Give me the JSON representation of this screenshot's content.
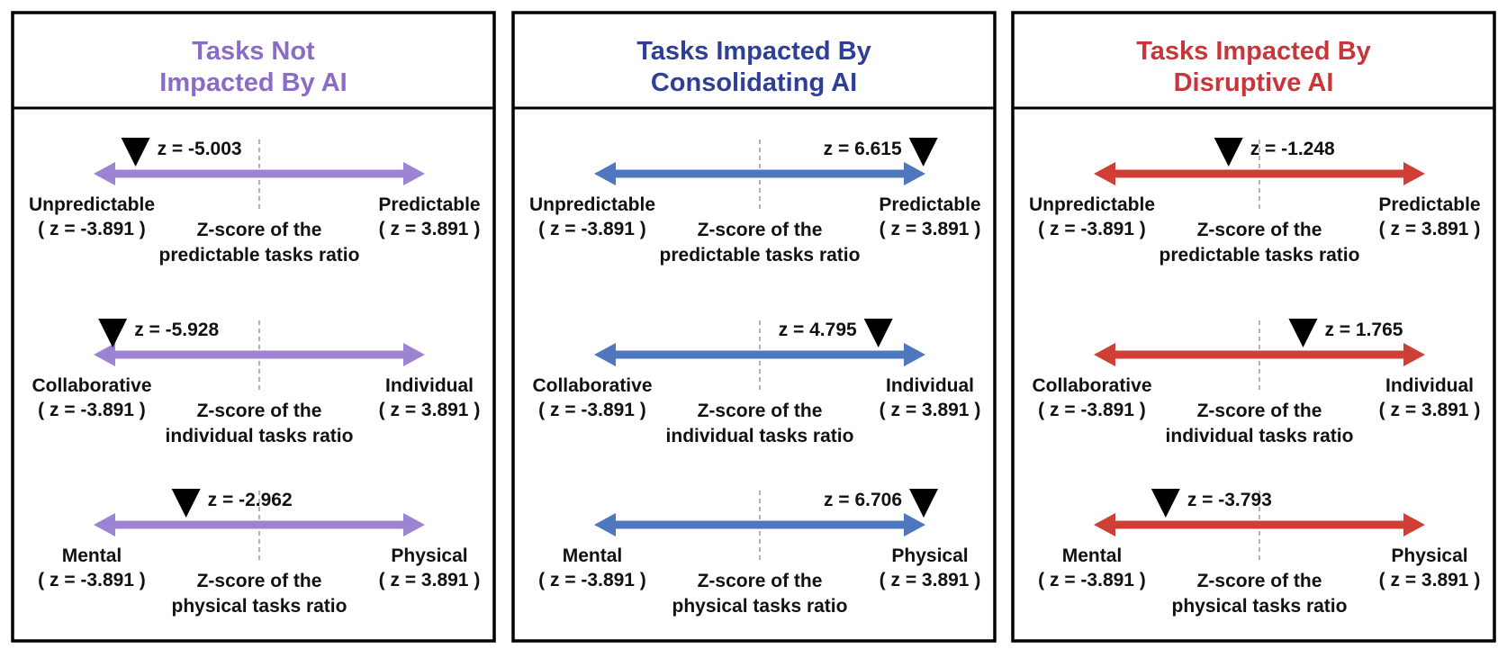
{
  "panels": [
    {
      "title_lines": [
        "Tasks Not",
        "Impacted By AI"
      ],
      "color": "#8a6cc6",
      "arrow_color": "#9c84d3",
      "scales": [
        {
          "left_label": "Unpredictable",
          "left_z": "( z = -3.891 )",
          "right_label": "Predictable",
          "right_z": "( z = 3.891 )",
          "axis_lines": [
            "Z-score of the",
            "predictable tasks ratio"
          ],
          "marker_text": "z = -5.003",
          "marker_z": -5.003
        },
        {
          "left_label": "Collaborative",
          "left_z": "( z = -3.891 )",
          "right_label": "Individual",
          "right_z": "( z = 3.891 )",
          "axis_lines": [
            "Z-score of the",
            "individual tasks ratio"
          ],
          "marker_text": "z = -5.928",
          "marker_z": -5.928
        },
        {
          "left_label": "Mental",
          "left_z": "( z = -3.891 )",
          "right_label": "Physical",
          "right_z": "( z = 3.891 )",
          "axis_lines": [
            "Z-score of the",
            "physical tasks ratio"
          ],
          "marker_text": "z = -2.962",
          "marker_z": -2.962
        }
      ]
    },
    {
      "title_lines": [
        "Tasks Impacted By",
        "Consolidating AI"
      ],
      "color": "#2f3f97",
      "arrow_color": "#4f77bd",
      "scales": [
        {
          "left_label": "Unpredictable",
          "left_z": "( z = -3.891 )",
          "right_label": "Predictable",
          "right_z": "( z = 3.891 )",
          "axis_lines": [
            "Z-score of the",
            "predictable tasks ratio"
          ],
          "marker_text": "z = 6.615",
          "marker_z": 6.615
        },
        {
          "left_label": "Collaborative",
          "left_z": "( z = -3.891 )",
          "right_label": "Individual",
          "right_z": "( z = 3.891 )",
          "axis_lines": [
            "Z-score of the",
            "individual tasks ratio"
          ],
          "marker_text": "z = 4.795",
          "marker_z": 4.795
        },
        {
          "left_label": "Mental",
          "left_z": "( z = -3.891 )",
          "right_label": "Physical",
          "right_z": "( z = 3.891 )",
          "axis_lines": [
            "Z-score of the",
            "physical tasks ratio"
          ],
          "marker_text": "z = 6.706",
          "marker_z": 6.706
        }
      ]
    },
    {
      "title_lines": [
        "Tasks Impacted By",
        "Disruptive AI"
      ],
      "color": "#c8363a",
      "arrow_color": "#cf3f36",
      "scales": [
        {
          "left_label": "Unpredictable",
          "left_z": "( z = -3.891 )",
          "right_label": "Predictable",
          "right_z": "( z = 3.891 )",
          "axis_lines": [
            "Z-score of the",
            "predictable tasks ratio"
          ],
          "marker_text": "z = -1.248",
          "marker_z": -1.248
        },
        {
          "left_label": "Collaborative",
          "left_z": "( z = -3.891 )",
          "right_label": "Individual",
          "right_z": "( z = 3.891 )",
          "axis_lines": [
            "Z-score of the",
            "individual tasks ratio"
          ],
          "marker_text": "z = 1.765",
          "marker_z": 1.765
        },
        {
          "left_label": "Mental",
          "left_z": "( z = -3.891 )",
          "right_label": "Physical",
          "right_z": "( z = 3.891 )",
          "axis_lines": [
            "Z-score of the",
            "physical tasks ratio"
          ],
          "marker_text": "z = -3.793",
          "marker_z": -3.793
        }
      ]
    }
  ]
}
